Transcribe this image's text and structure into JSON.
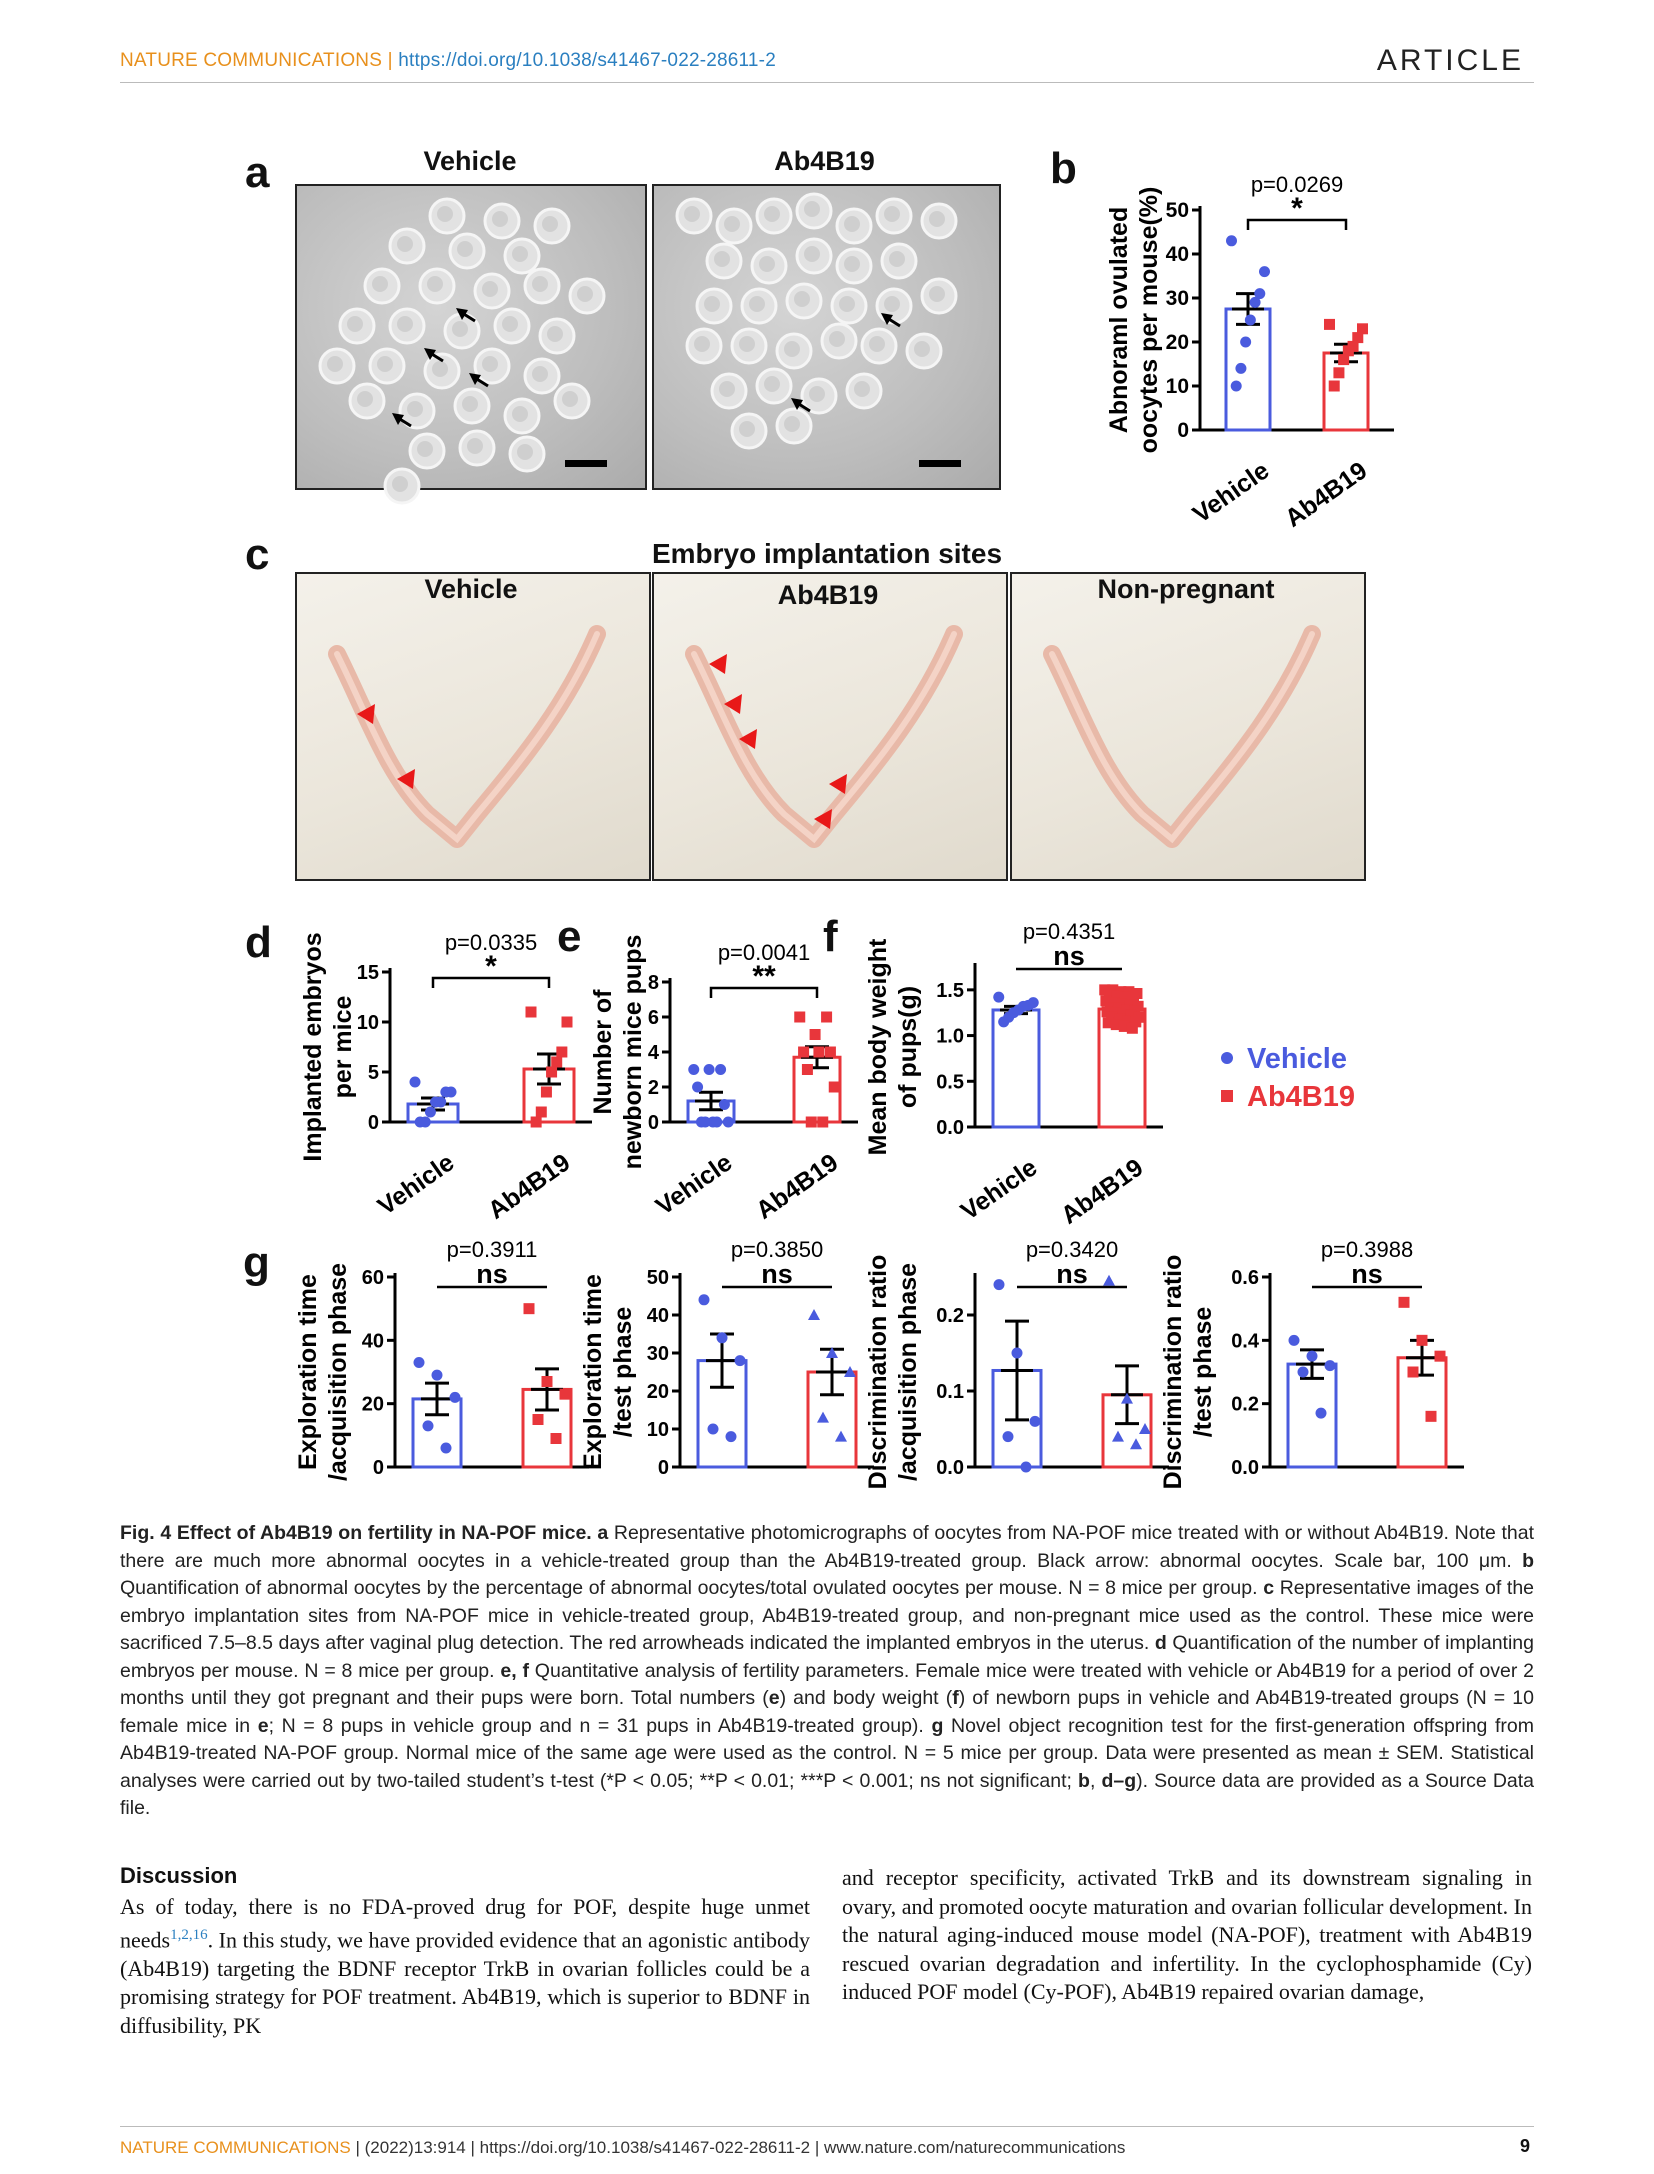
{
  "header": {
    "journal": "NATURE COMMUNICATIONS",
    "separator": " | ",
    "doi": "https://doi.org/10.1038/s41467-022-28611-2",
    "section": "ARTICLE"
  },
  "panels": {
    "a": {
      "label": "a",
      "left_title": "Vehicle",
      "right_title": "Ab4B19"
    },
    "b": {
      "label": "b"
    },
    "c": {
      "label": "c",
      "title": "Embryo implantation sites",
      "titles": [
        "Vehicle",
        "Ab4B19",
        "Non-pregnant"
      ]
    },
    "d": {
      "label": "d"
    },
    "e": {
      "label": "e"
    },
    "f": {
      "label": "f"
    },
    "g": {
      "label": "g"
    }
  },
  "colors": {
    "vehicle": "#4a5bde",
    "ab4b19": "#e8363b",
    "sig": "#000000"
  },
  "chart_data": [
    {
      "id": "b",
      "type": "bar",
      "ylabel": [
        "Abnoraml ovulated",
        "oocytes per mouse(%)"
      ],
      "categories": [
        "Vehicle",
        "Ab4B19"
      ],
      "ylim": [
        0,
        50
      ],
      "yticks": [
        "0",
        "10",
        "20",
        "30",
        "40",
        "50"
      ],
      "means": [
        27.5,
        17.5
      ],
      "sem": [
        3.5,
        2
      ],
      "points": [
        [
          43,
          36,
          31,
          29,
          25,
          20,
          14,
          10
        ],
        [
          24,
          23,
          21,
          19,
          18,
          16,
          13,
          10
        ]
      ],
      "pvalue": "p=0.0269",
      "sig": "*"
    },
    {
      "id": "d",
      "type": "bar",
      "ylabel": [
        "Implanted embryos",
        "per mice"
      ],
      "categories": [
        "Vehicle",
        "Ab4B19"
      ],
      "ylim": [
        0,
        15
      ],
      "yticks": [
        "0",
        "5",
        "10",
        "15"
      ],
      "means": [
        1.8,
        5.3
      ],
      "sem": [
        0.6,
        1.5
      ],
      "points": [
        [
          4,
          3,
          3,
          2,
          2,
          1,
          0,
          0
        ],
        [
          11,
          10,
          7,
          6,
          5,
          3,
          1,
          0
        ]
      ],
      "pvalue": "p=0.0335",
      "sig": "*"
    },
    {
      "id": "e",
      "type": "bar",
      "ylabel": [
        "Number of",
        "newborn mice pups"
      ],
      "categories": [
        "Vehicle",
        "Ab4B19"
      ],
      "ylim": [
        0,
        8
      ],
      "yticks": [
        "0",
        "2",
        "4",
        "6",
        "8"
      ],
      "means": [
        1.2,
        3.7
      ],
      "sem": [
        0.5,
        0.6
      ],
      "points": [
        [
          3,
          3,
          3,
          2,
          1,
          0,
          0,
          0,
          0,
          0
        ],
        [
          6,
          6,
          5,
          4,
          4,
          4,
          3,
          2,
          0,
          0
        ]
      ],
      "pvalue": "p=0.0041",
      "sig": "**"
    },
    {
      "id": "f",
      "type": "bar",
      "ylabel": [
        "Mean body weight",
        "of pups(g)"
      ],
      "categories": [
        "Vehicle",
        "Ab4B19"
      ],
      "ylim": [
        0,
        1.75
      ],
      "yticks": [
        "0.0",
        "0.5",
        "1.0",
        "1.5"
      ],
      "means": [
        1.28,
        1.29
      ],
      "sem": [
        0.04,
        0.03
      ],
      "points": [
        [
          1.42,
          1.36,
          1.33,
          1.32,
          1.28,
          1.25,
          1.2,
          1.15
        ],
        [
          1.5,
          1.5,
          1.48,
          1.48,
          1.46,
          1.45,
          1.43,
          1.42,
          1.4,
          1.38,
          1.36,
          1.35,
          1.33,
          1.32,
          1.3,
          1.3,
          1.28,
          1.27,
          1.26,
          1.25,
          1.23,
          1.22,
          1.2,
          1.2,
          1.18,
          1.16,
          1.15,
          1.14,
          1.12,
          1.1,
          1.08
        ]
      ],
      "pvalue": "p=0.4351",
      "sig": "ns"
    },
    {
      "id": "g1",
      "type": "bar",
      "ylabel": [
        "Exploration time",
        "/acquisition phase"
      ],
      "categories": [
        "",
        ""
      ],
      "ylim": [
        0,
        60
      ],
      "yticks": [
        "0",
        "20",
        "40",
        "60"
      ],
      "means": [
        21.5,
        24.5
      ],
      "sem": [
        5,
        6.5
      ],
      "points": [
        [
          33,
          29,
          22,
          13,
          6
        ],
        [
          50,
          27,
          23,
          15,
          9
        ]
      ],
      "pvalue": "p=0.3911",
      "sig": "ns"
    },
    {
      "id": "g2",
      "type": "bar",
      "ylabel": [
        "Exploration time",
        "/test phase"
      ],
      "categories": [
        "",
        ""
      ],
      "ylim": [
        0,
        50
      ],
      "yticks": [
        "0",
        "10",
        "20",
        "30",
        "40",
        "50"
      ],
      "means": [
        28,
        25
      ],
      "sem": [
        7,
        6
      ],
      "points": [
        [
          44,
          34,
          28,
          10,
          8
        ],
        [
          40,
          30,
          25,
          13,
          8
        ]
      ],
      "pvalue": "p=0.3850",
      "sig": "ns"
    },
    {
      "id": "g3",
      "type": "bar",
      "ylabel": [
        "Discrimination ratio",
        "/acquisition phase"
      ],
      "categories": [
        "",
        ""
      ],
      "ylim": [
        0,
        0.25
      ],
      "yticks": [
        "0.0",
        "0.1",
        "0.2"
      ],
      "means": [
        0.127,
        0.095
      ],
      "sem": [
        0.065,
        0.038
      ],
      "points": [
        [
          0.24,
          0.15,
          0.06,
          0.04,
          0.0
        ],
        [
          0.245,
          0.09,
          0.05,
          0.04,
          0.03
        ]
      ],
      "pvalue": "p=0.3420",
      "sig": "ns"
    },
    {
      "id": "g4",
      "type": "bar",
      "ylabel": [
        "Discrimination ratio",
        "/test phase"
      ],
      "categories": [
        "",
        ""
      ],
      "ylim": [
        0,
        0.6
      ],
      "yticks": [
        "0.0",
        "0.2",
        "0.4",
        "0.6"
      ],
      "means": [
        0.325,
        0.345
      ],
      "sem": [
        0.045,
        0.055
      ],
      "points": [
        [
          0.4,
          0.35,
          0.32,
          0.3,
          0.17
        ],
        [
          0.52,
          0.4,
          0.35,
          0.3,
          0.16
        ]
      ],
      "pvalue": "p=0.3988",
      "sig": "ns"
    }
  ],
  "legend": {
    "vehicle": "Vehicle",
    "ab4b19": "Ab4B19"
  },
  "caption": {
    "fig": "Fig. 4 Effect of Ab4B19 on fertility in NA-POF mice. a",
    "t1": " Representative photomicrographs of oocytes from NA-POF mice treated with or without Ab4B19. Note that there are much more abnormal oocytes in a vehicle-treated group than the Ab4B19-treated group. Black arrow: abnormal oocytes. Scale bar, 100 μm. ",
    "b": "b",
    "t2": " Quantification of abnormal oocytes by the percentage of abnormal oocytes/total ovulated oocytes per mouse. N = 8 mice per group. ",
    "c": "c",
    "t3": " Representative images of the embryo implantation sites from NA-POF mice in vehicle-treated group, Ab4B19-treated group, and non-pregnant mice used as the control. These mice were sacrificed 7.5–8.5 days after vaginal plug detection. The red arrowheads indicated the implanted embryos in the uterus. ",
    "d": "d",
    "t4": " Quantification of the number of implanting embryos per mouse. N = 8 mice per group. ",
    "ef": "e, f",
    "t5": " Quantitative analysis of fertility parameters. Female mice were treated with vehicle or Ab4B19 for a period of over 2 months until they got pregnant and their pups were born. Total numbers (",
    "e1": "e",
    "t6": ") and body weight (",
    "f1": "f",
    "t7": ") of newborn pups in vehicle and Ab4B19-treated groups (N = 10 female mice in ",
    "e2": "e",
    "t8": "; N = 8 pups in vehicle group and n = 31 pups in Ab4B19-treated group). ",
    "g": "g",
    "t9": " Novel object recognition test for the first-generation offspring from Ab4B19-treated NA-POF group. Normal mice of the same age were used as the control. N = 5 mice per group. Data were presented as mean ± SEM. Statistical analyses were carried out by two-tailed student’s t-test (*P < 0.05; **P < 0.01; ***P < 0.001; ns not significant; ",
    "b2": "b",
    "t10": ", ",
    "dg": "d–g",
    "t11": "). Source data are provided as a Source Data file."
  },
  "discussion": {
    "heading": "Discussion",
    "p1a": "As of today, there is no FDA-proved drug for POF, despite huge unmet needs",
    "cite": "1,2,16",
    "p1b": ". In this study, we have provided evidence that an agonistic antibody (Ab4B19) targeting the BDNF receptor TrkB in ovarian follicles could be a promising strategy for POF treatment. Ab4B19, which is superior to BDNF in diffusibility, PK",
    "p2": "and receptor specificity, activated TrkB and its downstream signaling in ovary, and promoted oocyte maturation and ovarian follicular development. In the natural aging-induced mouse model (NA-POF), treatment with Ab4B19 rescued ovarian degradation and infertility. In the cyclophosphamide (Cy) induced POF model (Cy-POF), Ab4B19 repaired ovarian damage,"
  },
  "footer": {
    "journal": "NATURE COMMUNICATIONS",
    "rest": " | (2022)13:914 | https://doi.org/10.1038/s41467-022-28611-2 | www.nature.com/naturecommunications",
    "page": "9"
  }
}
